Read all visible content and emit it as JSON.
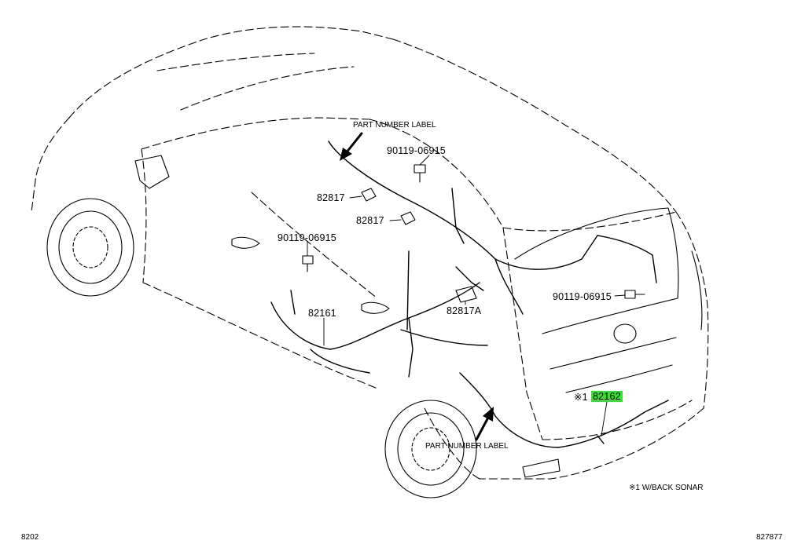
{
  "labels": {
    "part_number_label_top": "PART NUMBER LABEL",
    "part_number_label_bottom": "PART NUMBER LABEL",
    "bolt_top": "90119-06915",
    "bolt_left": "90119-06915",
    "bolt_right": "90119-06915",
    "clamp_upper": "82817",
    "clamp_lower": "82817",
    "bracket": "82817A",
    "wire_floor": "82161",
    "wire_back_note": "※1",
    "wire_back": "82162"
  },
  "notes": {
    "back_sonar": "※1 W/BACK SONAR"
  },
  "footer": {
    "left_code": "8202",
    "right_code": "827877"
  },
  "colors": {
    "highlight": "#2ee62e",
    "line": "#000000"
  }
}
